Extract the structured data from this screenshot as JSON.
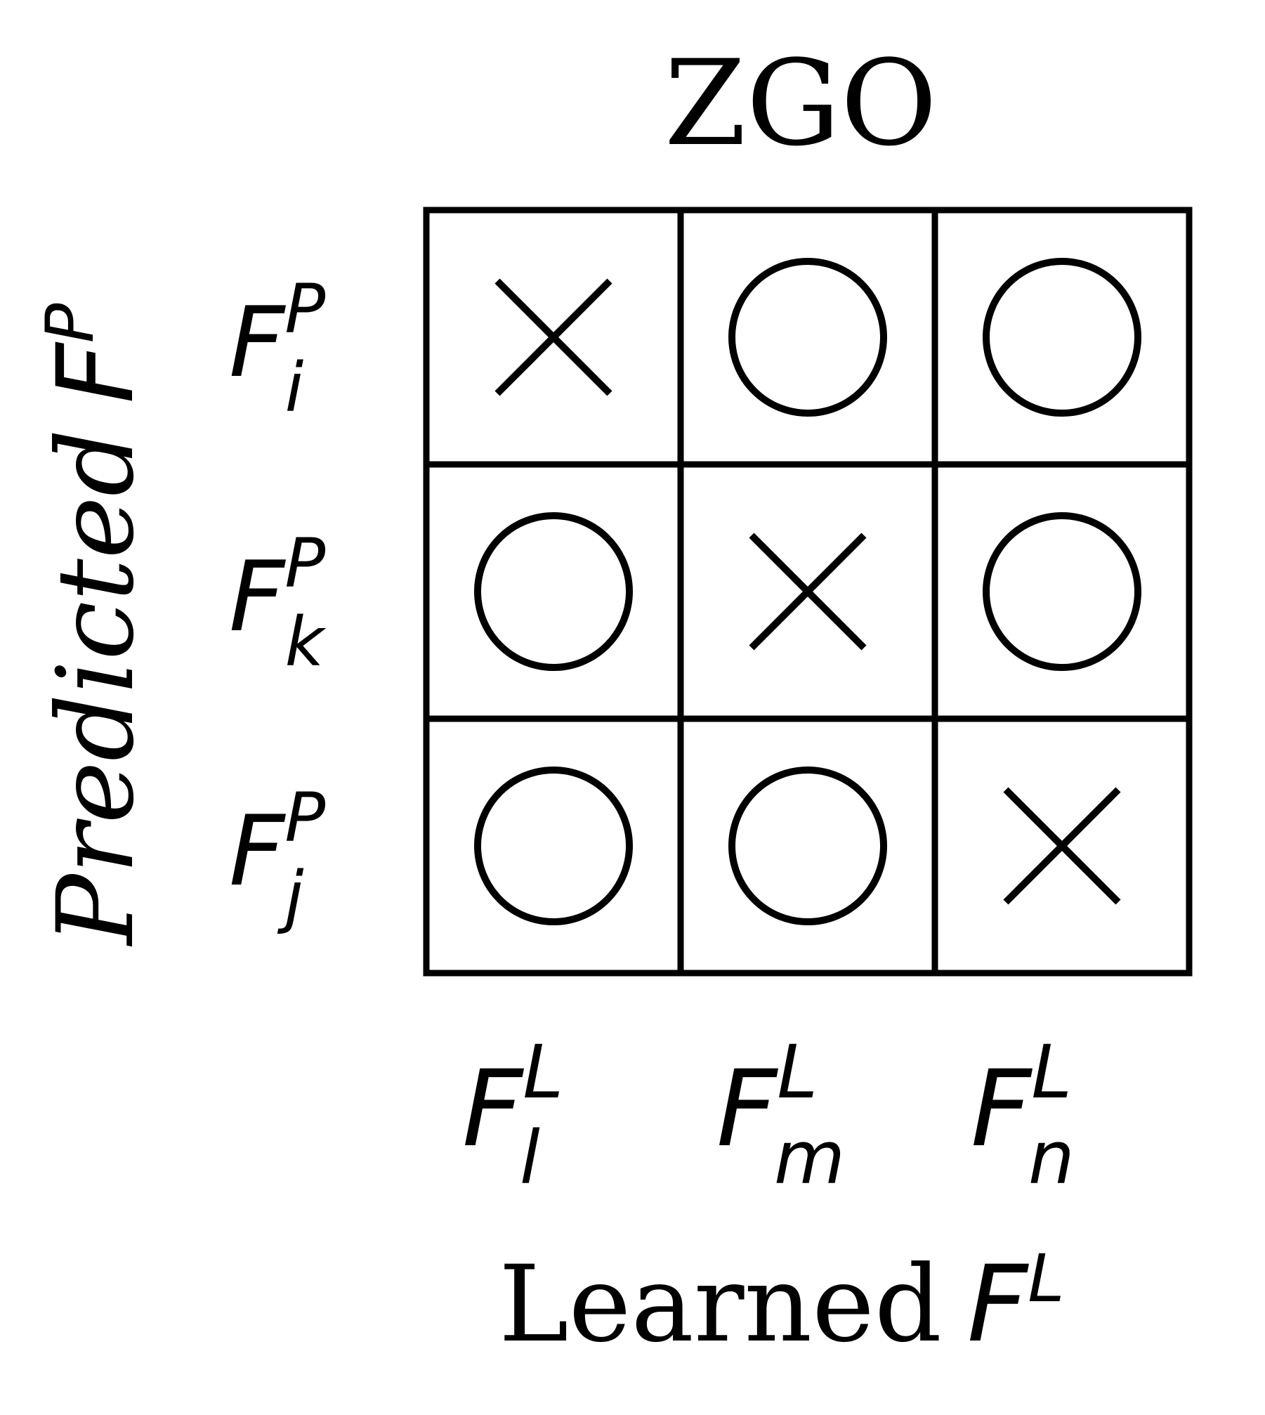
{
  "title": "ZGO",
  "y_axis": {
    "label_text": "Predicted",
    "label_symbol": "F",
    "label_superscript": "P"
  },
  "x_axis": {
    "label_text": "Learned",
    "label_symbol": "F",
    "label_superscript": "L"
  },
  "rows": [
    {
      "symbol": "F",
      "sup": "P",
      "sub": "i"
    },
    {
      "symbol": "F",
      "sup": "P",
      "sub": "k"
    },
    {
      "symbol": "F",
      "sup": "P",
      "sub": "j"
    }
  ],
  "columns": [
    {
      "symbol": "F",
      "sup": "L",
      "sub": "l"
    },
    {
      "symbol": "F",
      "sup": "L",
      "sub": "m"
    },
    {
      "symbol": "F",
      "sup": "L",
      "sub": "n"
    }
  ],
  "cells": [
    [
      "cross",
      "circle",
      "circle"
    ],
    [
      "circle",
      "cross",
      "circle"
    ],
    [
      "circle",
      "circle",
      "cross"
    ]
  ],
  "colors": {
    "stroke": "#000000",
    "background": "#ffffff"
  }
}
